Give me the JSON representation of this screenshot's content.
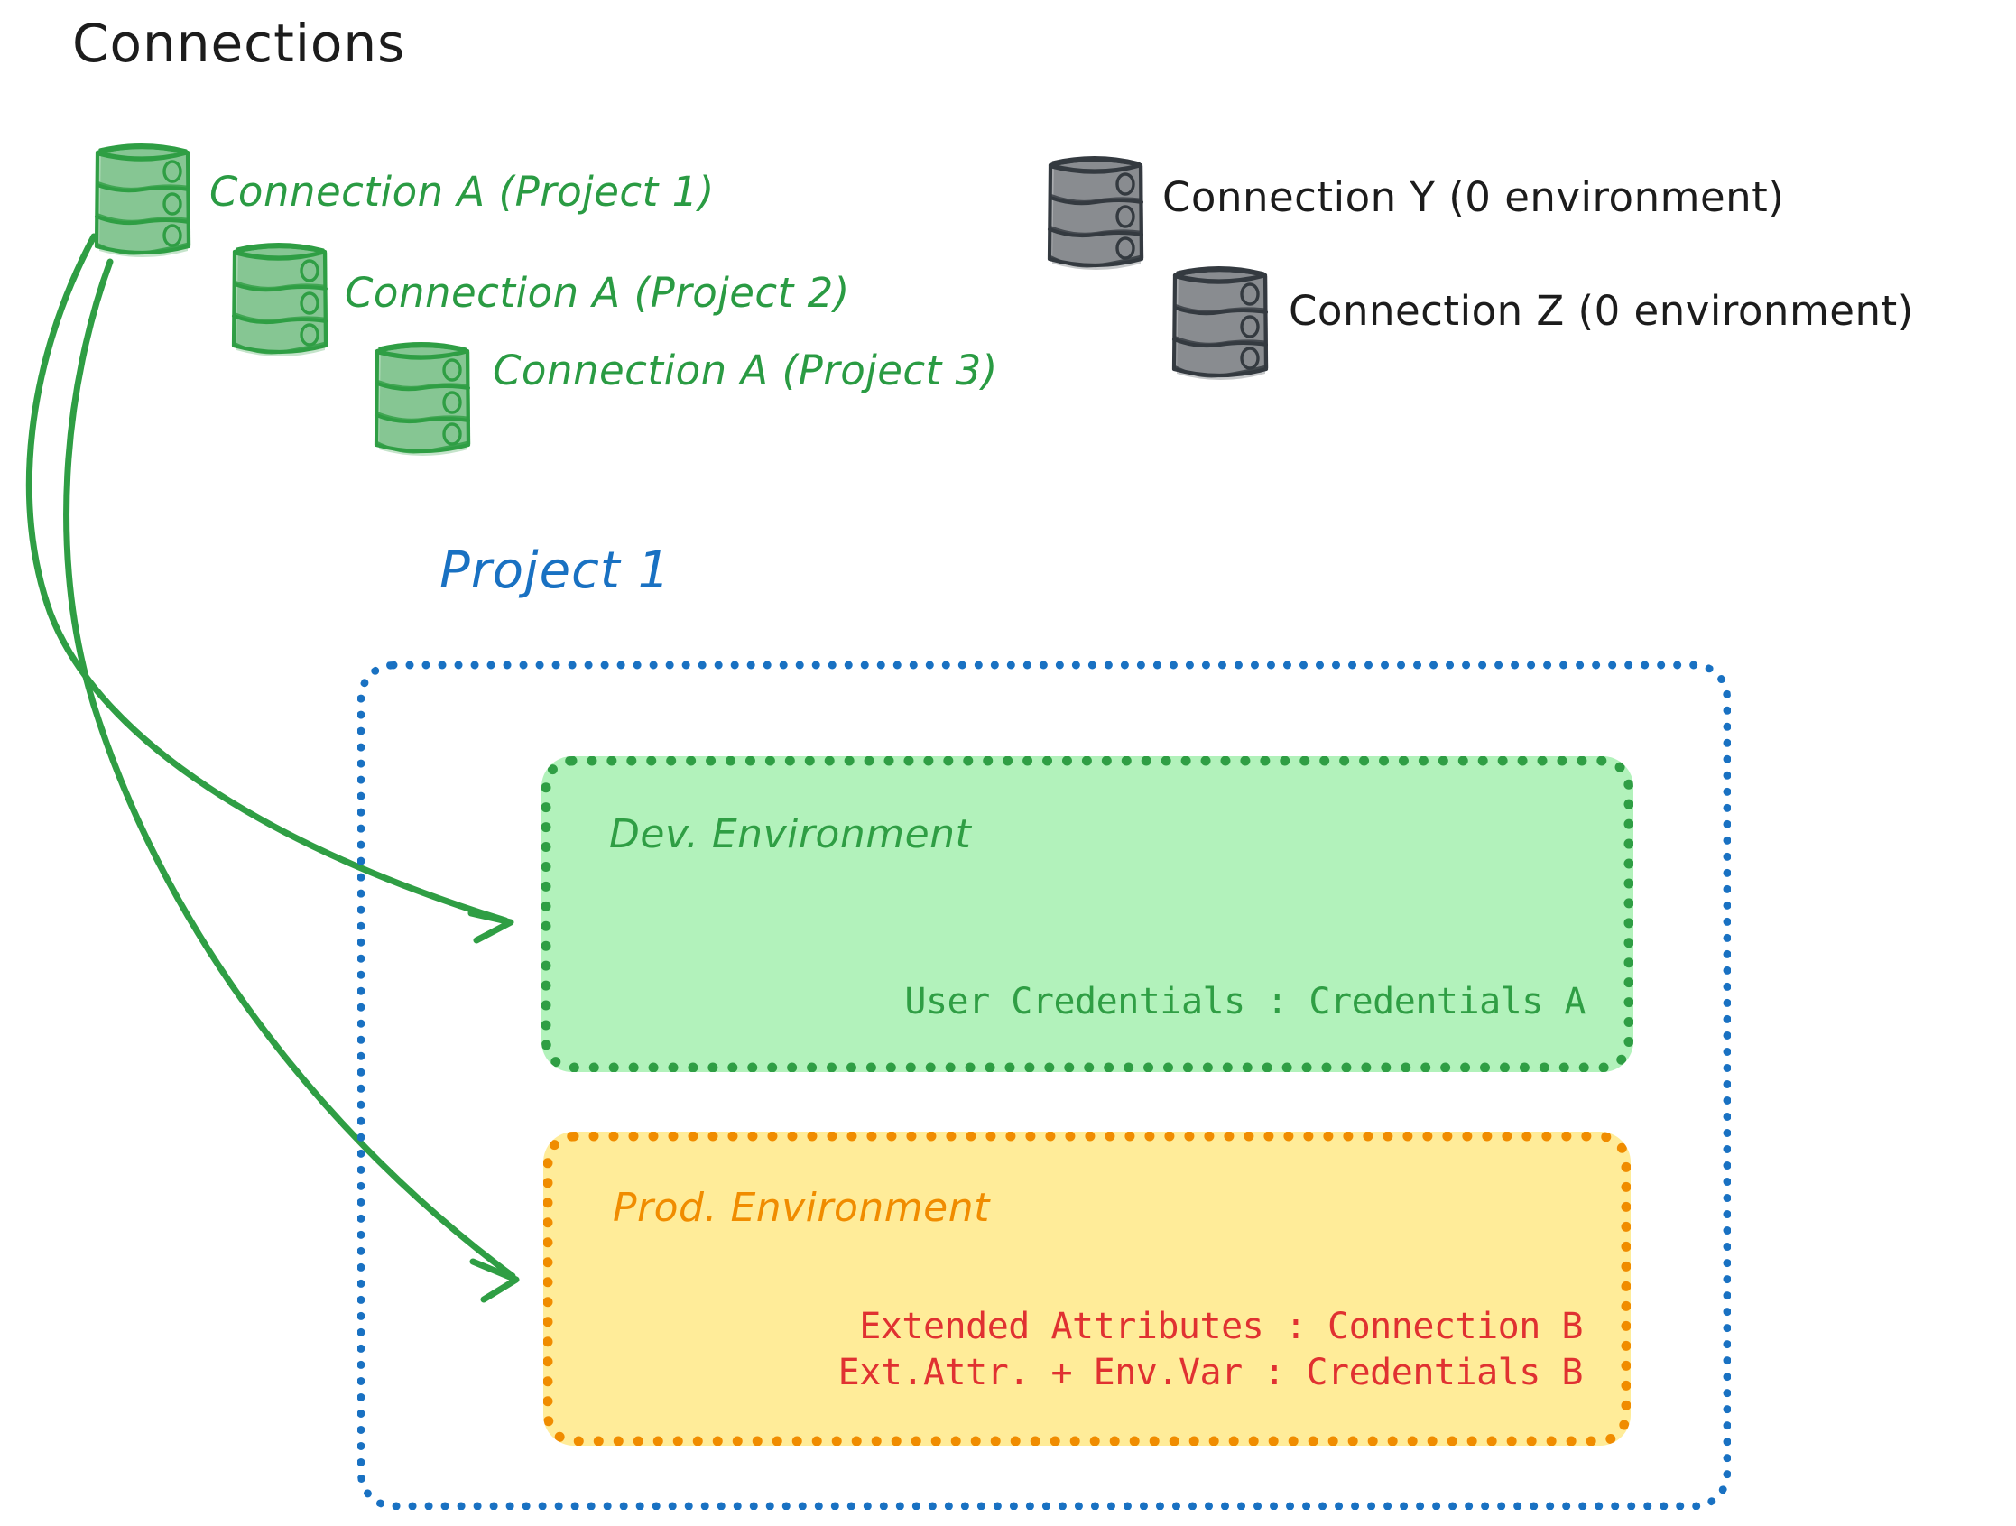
{
  "page": {
    "title": "Connections",
    "background": "#ffffff"
  },
  "colors": {
    "green_stroke": "#2f9e44",
    "green_text": "#2a9b43",
    "green_fill": "#b2f2bb",
    "grey_stroke": "#1c1c1c",
    "grey_fill": "#ced4da",
    "blue": "#1971c2",
    "orange": "#f08c00",
    "yellow_fill": "#ffec99",
    "red": "#e03131",
    "black": "#1c1c1c"
  },
  "connections_section": {
    "heading": "Connections",
    "green_connections": [
      {
        "icon": "database-icon",
        "label": "Connection A (Project 1)"
      },
      {
        "icon": "database-icon",
        "label": "Connection A (Project 2)"
      },
      {
        "icon": "database-icon",
        "label": "Connection A (Project 3)"
      }
    ],
    "grey_connections": [
      {
        "icon": "database-icon",
        "label": "Connection Y (0 environment)"
      },
      {
        "icon": "database-icon",
        "label": "Connection Z (0 environment)"
      }
    ]
  },
  "project": {
    "label": "Project 1",
    "environments": [
      {
        "id": "dev",
        "title": "Dev. Environment",
        "lines": [
          "User Credentials : Credentials A"
        ]
      },
      {
        "id": "prod",
        "title": "Prod. Environment",
        "lines": [
          "Extended Attributes : Connection B",
          "Ext.Attr. + Env.Var : Credentials B"
        ]
      }
    ]
  },
  "arrows": [
    {
      "from": "Connection A (Project 1)",
      "to": "Dev. Environment"
    },
    {
      "from": "Connection A (Project 1)",
      "to": "Prod. Environment"
    }
  ]
}
